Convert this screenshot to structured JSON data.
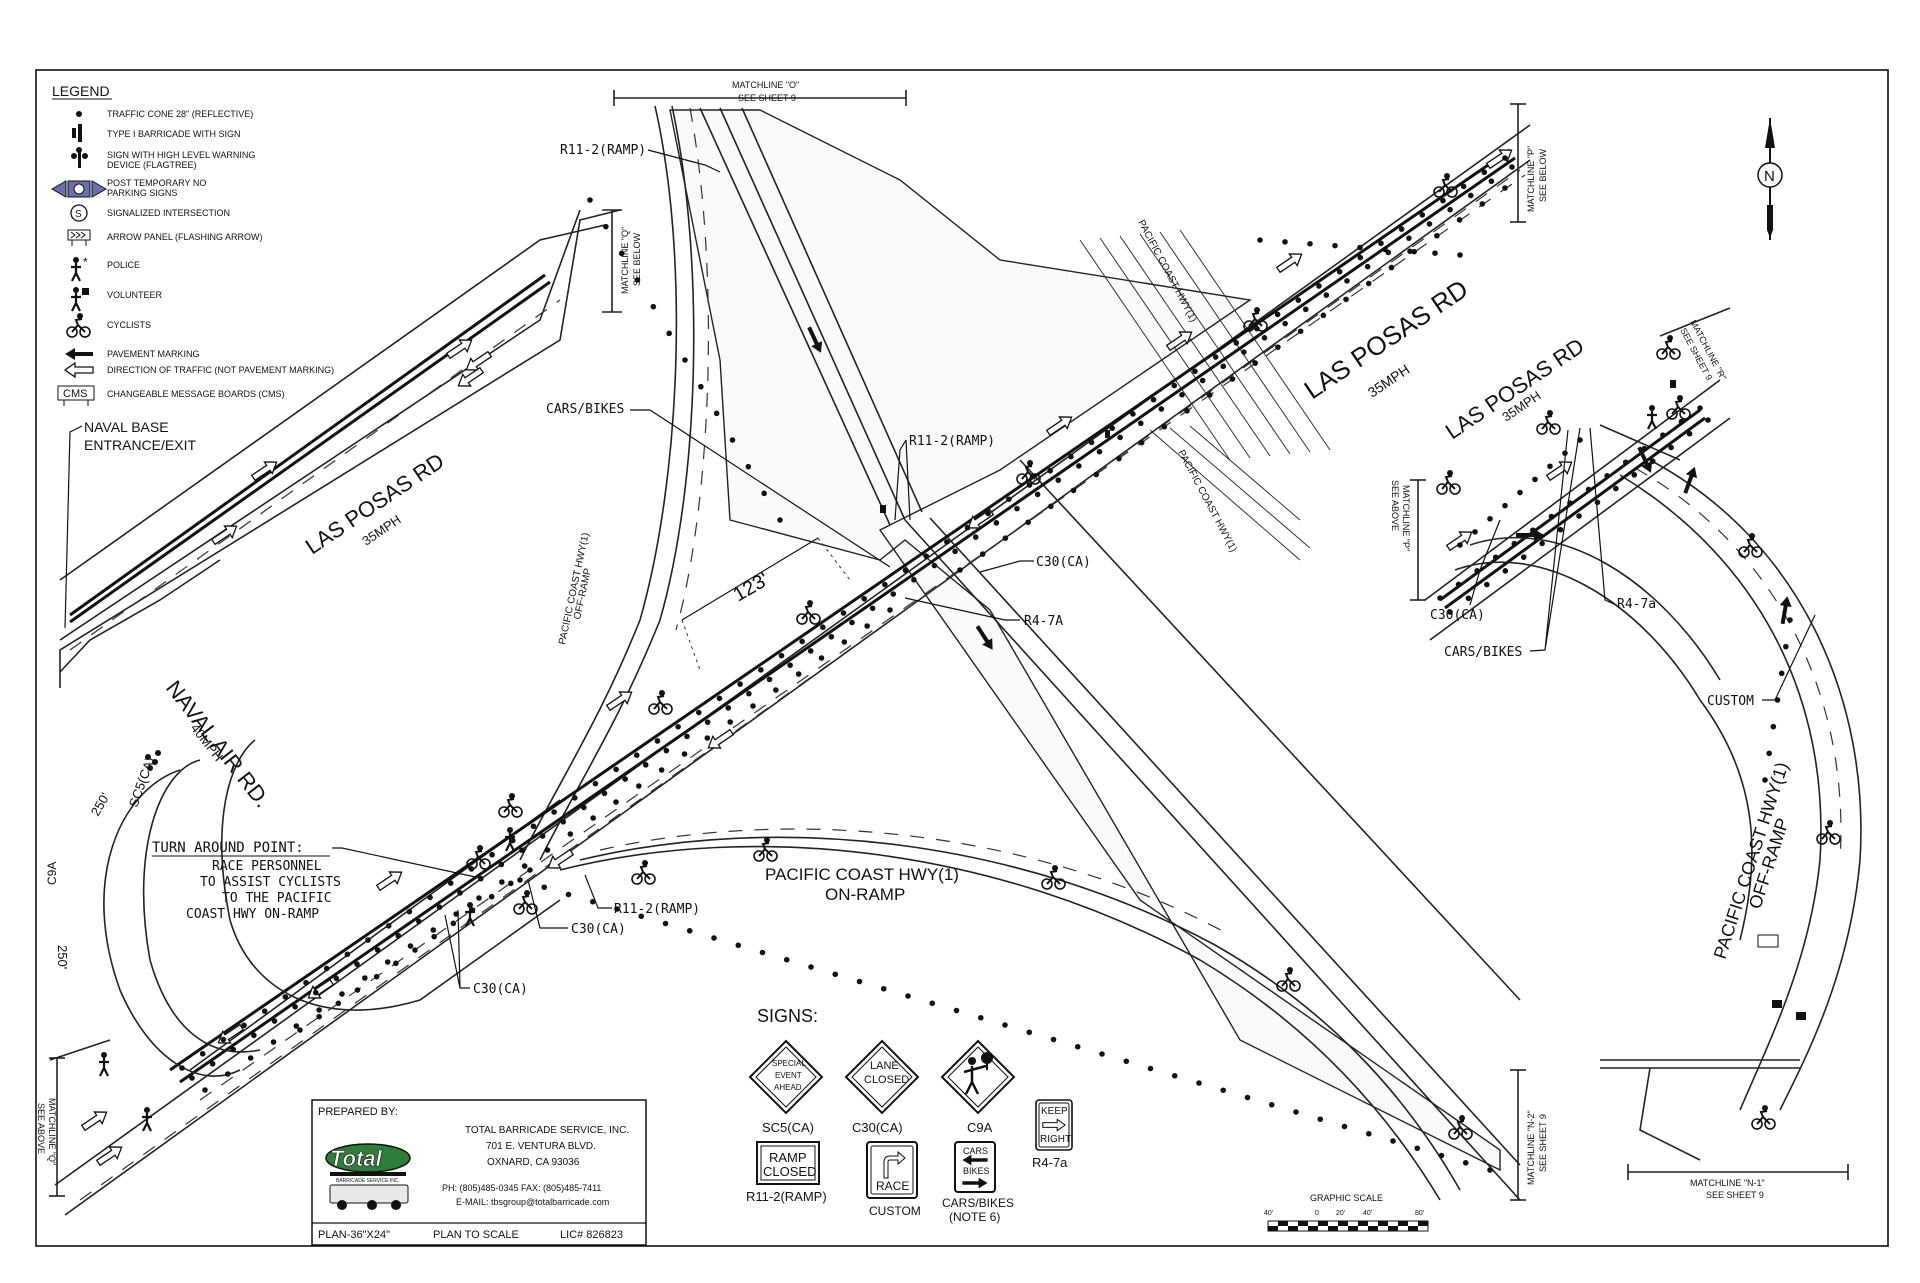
{
  "legend": {
    "title": "LEGEND",
    "items": [
      {
        "icon": "traffic-cone-icon",
        "label": "TRAFFIC CONE 28\" (REFLECTIVE)"
      },
      {
        "icon": "barricade-icon",
        "label": "TYPE I BARRICADE WITH SIGN"
      },
      {
        "icon": "flagtree-icon",
        "label": "SIGN WITH HIGH LEVEL WARNING",
        "label2": "DEVICE (FLAGTREE)"
      },
      {
        "icon": "no-parking-sign-icon",
        "label": "POST TEMPORARY NO",
        "label2": "PARKING SIGNS"
      },
      {
        "icon": "signalized-intersection-icon",
        "label": "SIGNALIZED INTERSECTION"
      },
      {
        "icon": "arrow-panel-icon",
        "label": "ARROW PANEL (FLASHING ARROW)"
      },
      {
        "icon": "police-icon",
        "label": "POLICE"
      },
      {
        "icon": "volunteer-icon",
        "label": "VOLUNTEER"
      },
      {
        "icon": "cyclist-icon",
        "label": "CYCLISTS"
      },
      {
        "icon": "pavement-marking-arrow-icon",
        "label": "PAVEMENT MARKING"
      },
      {
        "icon": "traffic-direction-arrow-icon",
        "label": "DIRECTION OF TRAFFIC (NOT PAVEMENT MARKING)"
      },
      {
        "icon": "cms-board-icon",
        "label": "CHANGEABLE MESSAGE BOARDS (CMS)"
      }
    ],
    "cms_abbrev": "CMS",
    "signal_symbol": "S"
  },
  "matchlines": {
    "o": {
      "title": "MATCHLINE \"O\"",
      "sub": "SEE SHEET 9"
    },
    "p_top": {
      "title": "MATCHLINE \"P\"",
      "sub": "SEE BELOW"
    },
    "q_top": {
      "title": "MATCHLINE \"Q\"",
      "sub": "SEE BELOW"
    },
    "r": {
      "title": "MATCHLINE \"R\"",
      "sub": "SEE SHEET 9"
    },
    "p_inset": {
      "title": "MATCHLINE \"P\"",
      "sub": "SEE ABOVE"
    },
    "n2": {
      "title": "MATCHLINE \"N-2\"",
      "sub": "SEE SHEET 9"
    },
    "n1": {
      "title": "MATCHLINE \"N-1\"",
      "sub": "SEE SHEET 9"
    },
    "q_bottom": {
      "title": "MATCHLINE \"Q\"",
      "sub": "SEE ABOVE"
    }
  },
  "roads": {
    "las_posas_main": "LAS POSAS RD",
    "las_posas_main_speed": "35MPH",
    "las_posas_left": "LAS POSAS RD",
    "las_posas_left_speed": "35MPH",
    "las_posas_inset": "LAS POSAS RD",
    "las_posas_inset_speed": "35MPH",
    "naval_air": "NAVAL AIR RD.",
    "naval_air_speed": "40MPH",
    "pch_1": "PACIFIC COAST HWY(1)",
    "pch_2": "PACIFIC COAST HWY(1)",
    "pch_offramp_small_1": "PACIFIC COAST HWY(1)",
    "pch_offramp_small_2": "OFF-RAMP",
    "pch_onramp_1": "PACIFIC COAST HWY(1)",
    "pch_onramp_2": "ON-RAMP",
    "pch_offramp_right_1": "PACIFIC COAST HWY(1)",
    "pch_offramp_right_2": "OFF-RAMP"
  },
  "callouts": {
    "naval_base_1": "NAVAL BASE",
    "naval_base_2": "ENTRANCE/EXIT",
    "r11_top": "R11-2(RAMP)",
    "r11_mid": "R11-2(RAMP)",
    "cars_bikes_main": "CARS/BIKES",
    "c30_mid": "C30(CA)",
    "r47_mid": "R4-7A",
    "dimension": "123'",
    "sc5_label": "SC5(CA)",
    "dist_250_a": "250'",
    "dist_250_b": "250'",
    "c9a": "C9A",
    "turnaround_1": "TURN AROUND POINT:",
    "turnaround_2": "RACE PERSONNEL",
    "turnaround_3": "TO ASSIST CYCLISTS",
    "turnaround_4": "TO THE PACIFIC",
    "turnaround_5": "COAST HWY ON-RAMP",
    "r11_bottom": "R11-2(RAMP)",
    "c30_bottom1": "C30(CA)",
    "c30_bottom2": "C30(CA)",
    "c30_inset": "C30(CA)",
    "cars_bikes_inset": "CARS/BIKES",
    "r47_inset": "R4-7a",
    "custom": "CUSTOM"
  },
  "north": {
    "letter": "N"
  },
  "signs": {
    "title": "SIGNS:",
    "sc5": {
      "l1": "SPECIAL",
      "l2": "EVENT",
      "l3": "AHEAD",
      "caption": "SC5(CA)"
    },
    "c30": {
      "l1": "LANE",
      "l2": "CLOSED",
      "caption": "C30(CA)"
    },
    "c9a": {
      "caption": "C9A"
    },
    "r47": {
      "l1": "KEEP",
      "l2": "RIGHT",
      "caption": "R4-7a"
    },
    "r11": {
      "l1": "RAMP",
      "l2": "CLOSED",
      "caption": "R11-2(RAMP)"
    },
    "custom": {
      "l1": "RACE",
      "caption": "CUSTOM"
    },
    "cars_bikes": {
      "l1": "CARS",
      "l2": "BIKES",
      "caption": "CARS/BIKES",
      "caption2": "(NOTE 6)"
    }
  },
  "title_block": {
    "prepared_by": "PREPARED BY:",
    "logo_word": "Total",
    "logo_sub": "BARRICADE SERVICE INC.",
    "company": "TOTAL BARRICADE SERVICE, INC.",
    "address1": "701 E. VENTURA BLVD.",
    "address2": "OXNARD, CA 93036",
    "phone": "PH: (805)485-0345 FAX: (805)485-7411",
    "email": "E-MAIL: tbsgroup@totalbarricade.com",
    "plan_size": "PLAN-36\"X24\"",
    "scale_note": "PLAN TO SCALE",
    "license": "LIC# 826823"
  },
  "graphic_scale": {
    "title": "GRAPHIC SCALE",
    "ticks": [
      "40'",
      "0",
      "20'",
      "40'",
      "80'"
    ]
  }
}
